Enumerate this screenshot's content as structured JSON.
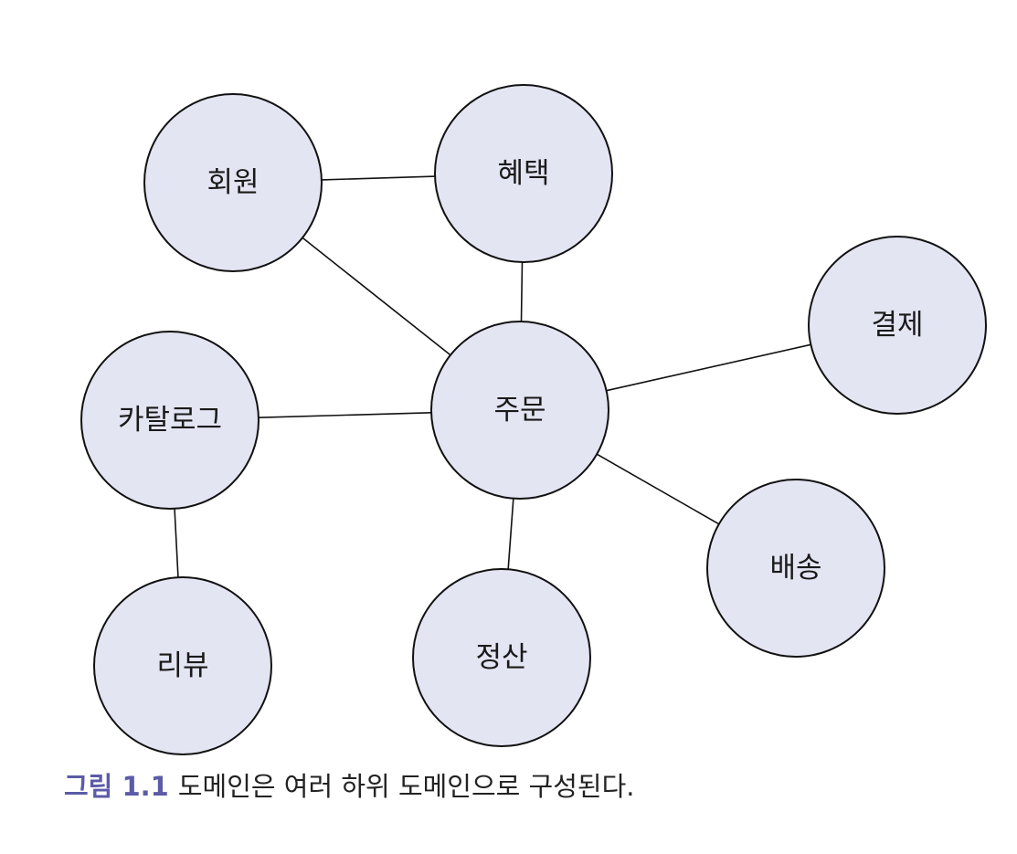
{
  "colors": {
    "node_fill": "#e4e5f2",
    "stroke": "#111111",
    "caption_accent": "#5b5ba8"
  },
  "nodes": [
    {
      "id": "member",
      "label": "회원"
    },
    {
      "id": "benefit",
      "label": "혜택"
    },
    {
      "id": "payment",
      "label": "결제"
    },
    {
      "id": "catalog",
      "label": "카탈로그"
    },
    {
      "id": "order",
      "label": "주문"
    },
    {
      "id": "delivery",
      "label": "배송"
    },
    {
      "id": "review",
      "label": "리뷰"
    },
    {
      "id": "settlement",
      "label": "정산"
    }
  ],
  "edges": [
    [
      "member",
      "benefit"
    ],
    [
      "member",
      "order"
    ],
    [
      "benefit",
      "order"
    ],
    [
      "payment",
      "order"
    ],
    [
      "catalog",
      "order"
    ],
    [
      "catalog",
      "review"
    ],
    [
      "order",
      "settlement"
    ],
    [
      "order",
      "delivery"
    ]
  ],
  "caption": {
    "label": "그림 1.1",
    "text": "도메인은 여러 하위 도메인으로 구성된다."
  }
}
